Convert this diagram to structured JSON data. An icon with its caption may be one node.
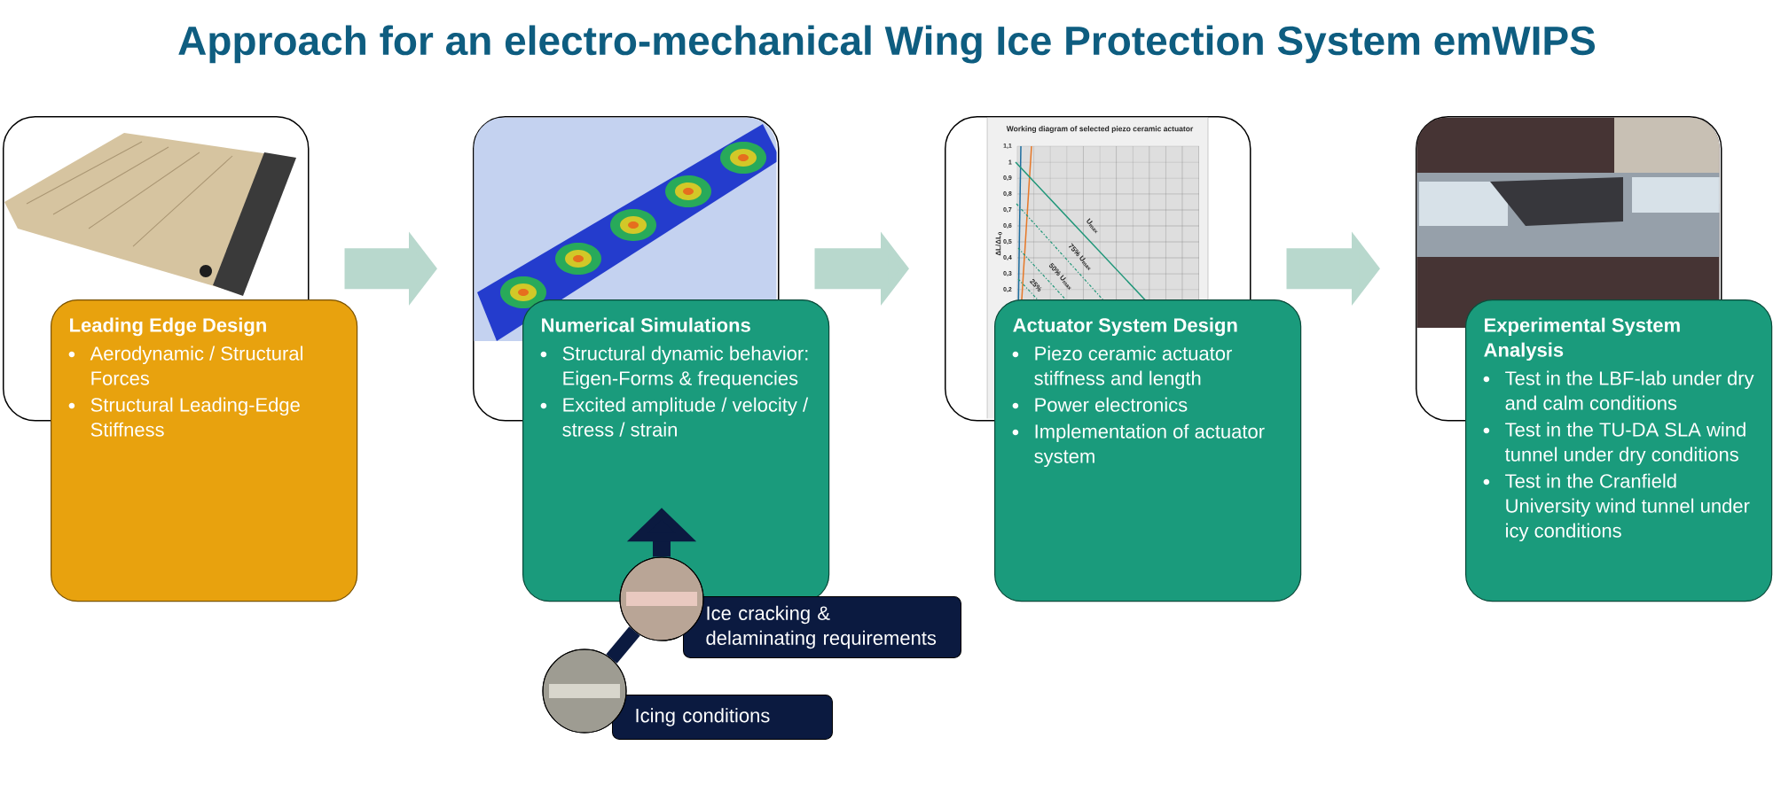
{
  "diagram": {
    "title": "Approach for an electro-mechanical Wing Ice Protection System emWIPS",
    "nodes": [
      {
        "text": [],
        "shape": "picture"
      },
      {
        "text": [
          "Leading Edge Design",
          "Aerodynamic / Structural Forces",
          "Structural Leading-Edge Stiffness"
        ]
      },
      {
        "text": [],
        "shape": "picture"
      },
      {
        "text": [
          "Numerical Simulations",
          "Structural dynamic behavior: Eigen-Forms & frequencies",
          "Excited amplitude / velocity / stress / strain"
        ]
      },
      {
        "text": [],
        "shape": "picture"
      },
      {
        "text": [
          "Actuator System Design",
          "Piezo ceramic actuator stiffness and length",
          "Power electronics",
          "Implementation of actuator system"
        ]
      },
      {
        "text": [],
        "shape": "picture"
      },
      {
        "text": [
          "Experimental System Analysis",
          "Test in the LBF-lab under dry and calm conditions",
          "Test in the TU-DA SLA wind tunnel under dry conditions",
          "Test in the Cranfield University wind tunnel under icy conditions"
        ]
      },
      {
        "text": [],
        "shape": "picture"
      },
      {
        "text": [
          "Ice cracking & delaminating requirements"
        ]
      },
      {
        "text": [],
        "shape": "picture"
      },
      {
        "text": [
          "Icing conditions"
        ]
      }
    ],
    "edges": [
      {
        "from": 0,
        "to": 2,
        "arrow": "to"
      },
      {
        "from": 2,
        "to": 4,
        "arrow": "to"
      },
      {
        "from": 4,
        "to": 6,
        "arrow": "to"
      },
      {
        "from": 10,
        "to": 8,
        "arrow": "none",
        "color": "#0b1a40"
      },
      {
        "from": 8,
        "to": 3,
        "arrow": "to",
        "color": "#0b1a40"
      }
    ],
    "labels": [
      "Working diagram of selected piezo ceramic actuator",
      "ΔL/ΔL$_{0}$",
      "1,1",
      "1",
      "0,9",
      "0,8",
      "0,7",
      "0,6",
      "0,5",
      "0,4",
      "0,3",
      "0,2",
      "U$_{max}$",
      "75% U$_{max}$",
      "50% U$_{max}$",
      "25%"
    ]
  }
}
